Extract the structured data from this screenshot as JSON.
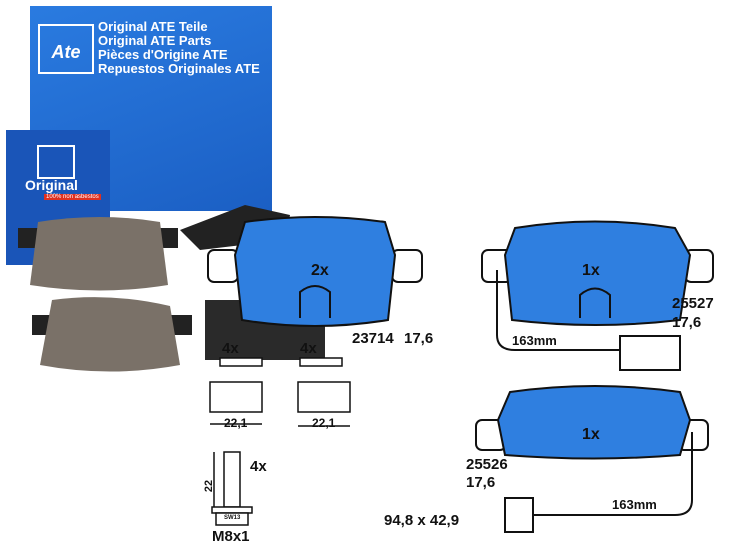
{
  "package": {
    "logo": "Ate",
    "lines": [
      "Original ATE Teile",
      "Original ATE Parts",
      "Pièces d'Origine ATE",
      "Repuestos Originales ATE"
    ],
    "small_box_title": "Original",
    "small_box_strip": "100% non asbestos",
    "colors": {
      "box_blue": "#1f6fd0",
      "pad_blue": "#2f7fe0"
    }
  },
  "diagram": {
    "pad_front": {
      "qty": "2x",
      "number": "23714",
      "thickness": "17,6"
    },
    "clip_qty_left": "4x",
    "clip_qty_right": "4x",
    "clip_width_left": "22,1",
    "clip_width_right": "22,1",
    "bolt": {
      "qty": "4x",
      "length": "22",
      "thread": "M8x1",
      "wrench": "SW13"
    },
    "pad_rear_top": {
      "qty": "1x",
      "number": "25527",
      "thickness": "17,6",
      "wire_length": "163mm"
    },
    "pad_rear_bottom": {
      "qty": "1x",
      "number": "25526",
      "thickness": "17,6",
      "wire_length": "163mm"
    },
    "dimensions": "94,8 x 42,9"
  }
}
